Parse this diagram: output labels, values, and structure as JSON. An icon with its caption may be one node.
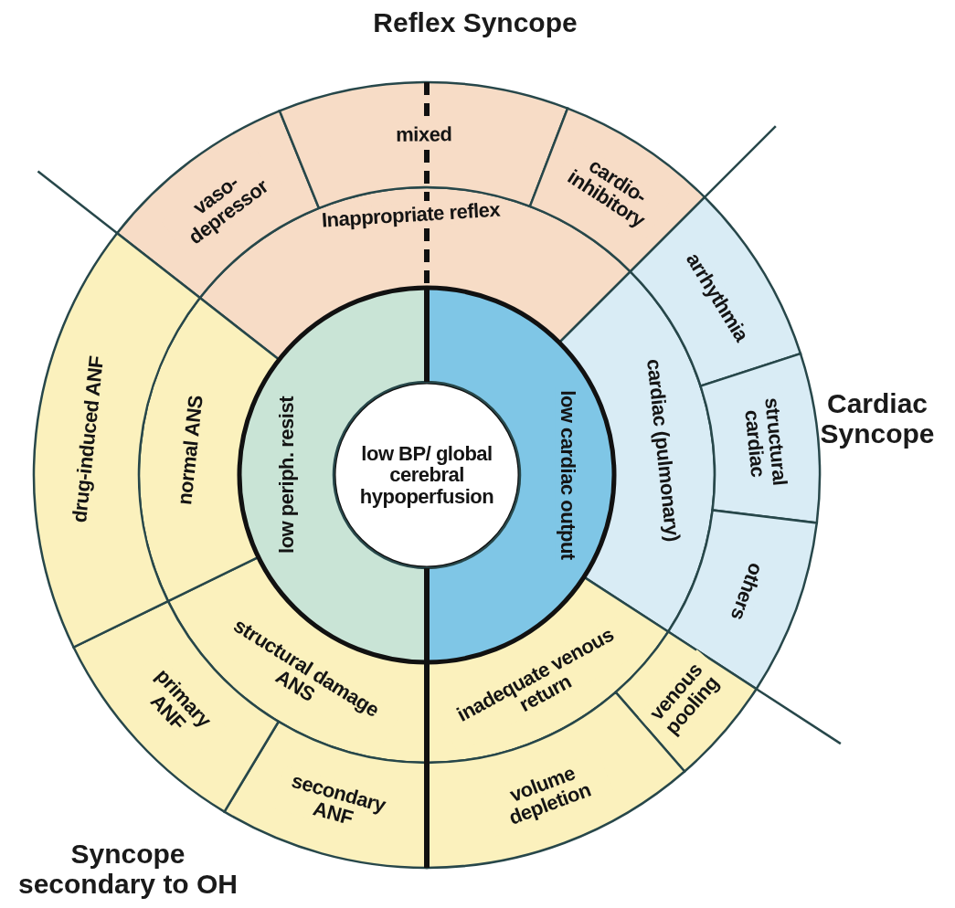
{
  "diagram": {
    "nodes": [
      {
        "text": [
          "low BP/ global cerebral hypoperfusion"
        ]
      },
      {
        "text": [
          "low periph. resist"
        ]
      },
      {
        "text": [
          "low cardiac output"
        ]
      },
      {
        "text": [
          "Inappropriate reflex"
        ]
      },
      {
        "text": [
          "cardiac (pulmonary)"
        ]
      },
      {
        "text": [
          "inadequate venous return"
        ]
      },
      {
        "text": [
          "structural damage ANS"
        ]
      },
      {
        "text": [
          "normal ANS"
        ]
      },
      {
        "text": [
          "vaso-depressor"
        ]
      },
      {
        "text": [
          "mixed"
        ]
      },
      {
        "text": [
          "cardio-inhibitory"
        ]
      },
      {
        "text": [
          "arrhythmia"
        ]
      },
      {
        "text": [
          "structural cardiac"
        ]
      },
      {
        "text": [
          "others"
        ]
      },
      {
        "text": [
          "venous pooling"
        ]
      },
      {
        "text": [
          "volume depletion"
        ]
      },
      {
        "text": [
          "secondary ANF"
        ]
      },
      {
        "text": [
          "primary ANF"
        ]
      },
      {
        "text": [
          "drug-induced ANF"
        ]
      }
    ],
    "labels": [
      "Reflex Syncope",
      "Cardiac Syncope",
      "Syncope secondary to OH"
    ]
  }
}
